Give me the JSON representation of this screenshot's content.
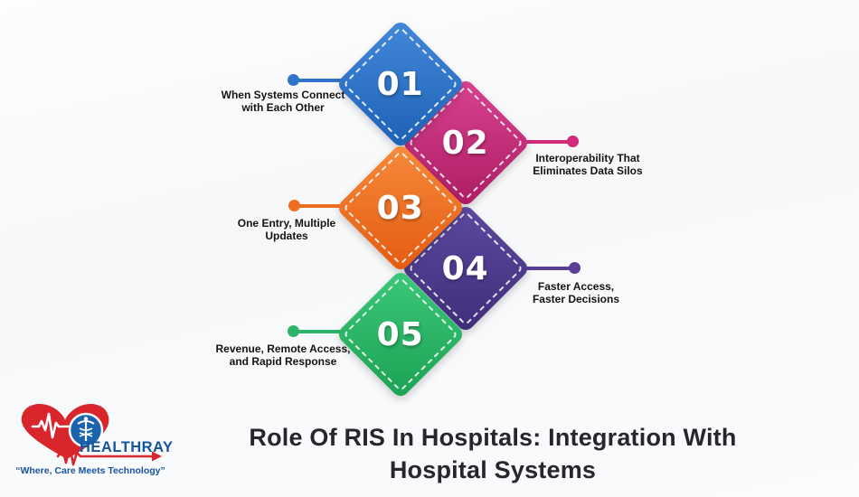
{
  "title": "Role Of RIS In Hospitals: Integration With\nHospital Systems",
  "steps": [
    {
      "number": "01",
      "label": "When Systems Connect\nwith Each Other",
      "side": "left",
      "color": "#2e74c9",
      "gradient_start": "#4388d9",
      "gradient_end": "#1d61b6"
    },
    {
      "number": "02",
      "label": "Interoperability That\nEliminates Data Silos",
      "side": "right",
      "color": "#d1297b",
      "gradient_start": "#d84391",
      "gradient_end": "#ad1c62"
    },
    {
      "number": "03",
      "label": "One Entry, Multiple\nUpdates",
      "side": "left",
      "color": "#ee6f22",
      "gradient_start": "#f68b3c",
      "gradient_end": "#e45a0f"
    },
    {
      "number": "04",
      "label": "Faster Access,\nFaster Decisions",
      "side": "right",
      "color": "#5a3f99",
      "gradient_start": "#5d4aa1",
      "gradient_end": "#3f2d79"
    },
    {
      "number": "05",
      "label": "Revenue, Remote Access,\nand Rapid Response",
      "side": "left",
      "color": "#2db468",
      "gradient_start": "#3cc87a",
      "gradient_end": "#1ca154"
    }
  ],
  "logo": {
    "brand": "HEALTHRAY",
    "tagline": "“Where, Care Meets Technology”",
    "heart_color": "#d9262c",
    "brand_color": "#17549e",
    "circle_color": "#1b63ad"
  }
}
